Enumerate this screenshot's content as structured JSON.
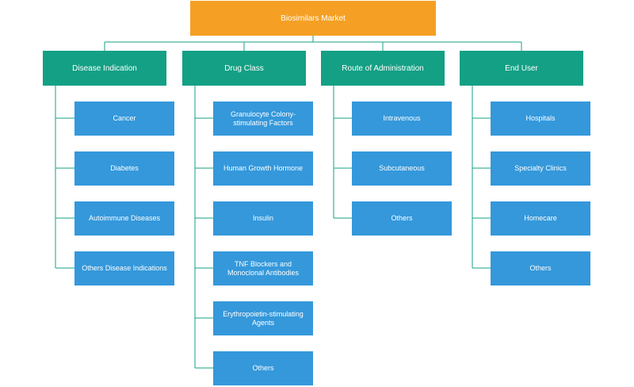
{
  "diagram": {
    "root": "Biosimilars Market",
    "categories": [
      {
        "label": "Disease Indication",
        "items": [
          "Cancer",
          "Diabetes",
          "Autoimmune Diseases",
          "Others Disease Indications"
        ]
      },
      {
        "label": "Drug Class",
        "items": [
          "Granulocyte Colony-stimulating Factors",
          "Human Growth Hormone",
          "Insulin",
          "TNF Blockers and Monoclonal Antibodies",
          "Erythropoietin-stimulating Agents",
          "Others"
        ]
      },
      {
        "label": "Route of Administration",
        "items": [
          "Intravenous",
          "Subcutaneous",
          "Others"
        ]
      },
      {
        "label": "End User",
        "items": [
          "Hospitals",
          "Specialty Clinics",
          "Homecare",
          "Others"
        ]
      }
    ],
    "colors": {
      "root": "#f5a024",
      "category": "#14a085",
      "item": "#3498db",
      "connector": "#14a085"
    }
  }
}
